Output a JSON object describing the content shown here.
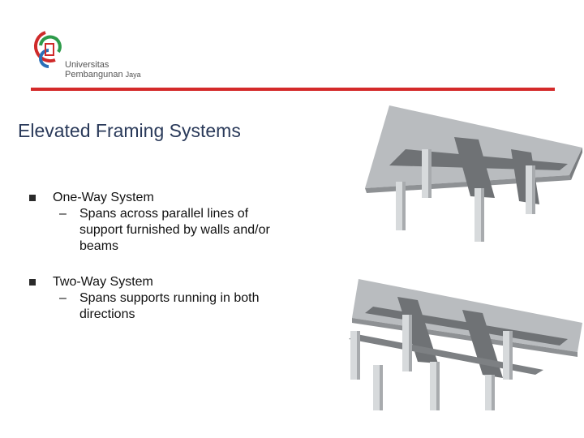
{
  "logo": {
    "line1": "Universitas",
    "line2": "Pembangunan",
    "line3": "Jaya"
  },
  "title": "Elevated Framing Systems",
  "bullets": [
    {
      "label": "One-Way System",
      "sub_lines": [
        "Spans across parallel lines of",
        "support furnished by walls and/or",
        "beams"
      ]
    },
    {
      "label": "Two-Way System",
      "sub_lines": [
        "Spans supports running in both",
        "directions"
      ]
    }
  ],
  "colors": {
    "accent_red": "#d42a2a",
    "title": "#2a3a5a"
  },
  "images": {
    "one_way": "one-way-slab-illustration",
    "two_way": "two-way-slab-illustration"
  }
}
